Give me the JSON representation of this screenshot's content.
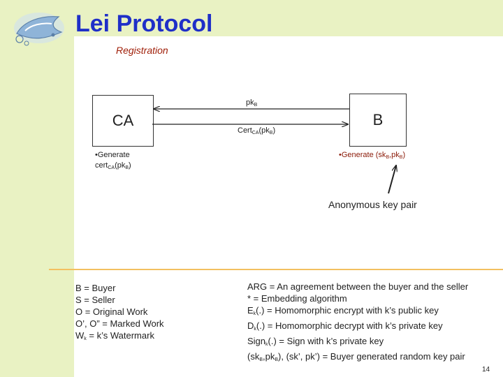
{
  "slide": {
    "title": "Lei Protocol",
    "subtitle": "Registration",
    "page_number": "14"
  },
  "diagram": {
    "ca_label": "CA",
    "b_label": "B",
    "msg1": {
      "main": "pk",
      "sub": "B"
    },
    "msg2": {
      "main": "Cert",
      "sub": "CA",
      "paren_open": "(pk",
      "paren_sub": "B",
      "paren_close": ")"
    },
    "ca_bullet": {
      "line1": "•Generate",
      "line2_main": "cert",
      "line2_sub": "CA",
      "line2_rest": "(pk",
      "line2_sub2": "B",
      "line2_close": ")"
    },
    "b_bullet": {
      "prefix": "•Generate (sk",
      "sub1": "B",
      "mid": ",pk",
      "sub2": "B",
      "close": ")"
    },
    "anonymous_label": "Anonymous key pair"
  },
  "legend_left": [
    "B = Buyer",
    "S = Seller",
    "O = Original Work",
    "O’, O” = Marked Work"
  ],
  "legend_left_wk": {
    "main": "W",
    "sub": "k",
    "rest": " = k’s Watermark"
  },
  "legend_right": {
    "arg": "ARG = An agreement between the buyer and the seller",
    "star": "* = Embedding algorithm",
    "ek": {
      "main": "E",
      "sub": "k",
      "rest": "(.) = Homomorphic encrypt with k’s public key"
    },
    "dk": {
      "main": "D",
      "sub": "k",
      "rest": "(.) = Homomorphic decrypt with k’s private key"
    },
    "sign": {
      "main": "Sign",
      "sub": "k",
      "rest": "(.) = Sign with k’s private key"
    },
    "keys": {
      "p1": "(sk",
      "s1": "B",
      "p2": ",pk",
      "s2": "B",
      "p3": "), (sk’, pk’) = Buyer generated random key pair"
    }
  }
}
